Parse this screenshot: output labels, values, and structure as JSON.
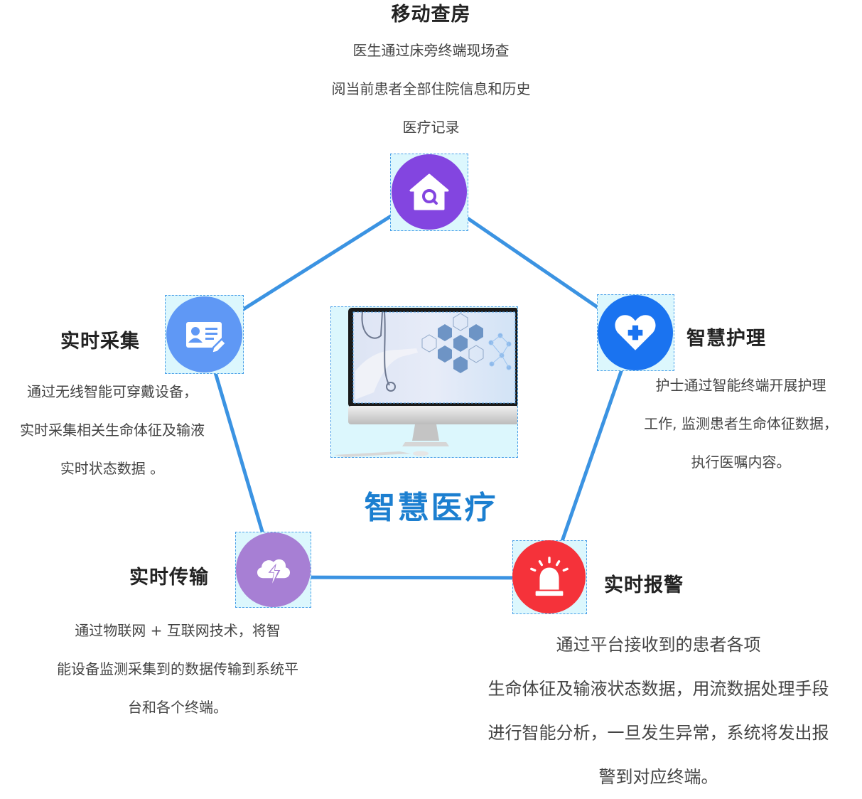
{
  "center": {
    "title": "智慧医疗",
    "image": "medical-monitor-illustration",
    "title_color": "#1c7fd0"
  },
  "connector_color": "#3b93e2",
  "nodes": [
    {
      "id": "mobile-rounds",
      "title": "移动查房",
      "icon": "house-search-icon",
      "color": "#8345e0",
      "description": [
        "医生通过床旁终端现场查",
        "阅当前患者全部住院信息和历史",
        "医疗记录"
      ]
    },
    {
      "id": "smart-nursing",
      "title": "智慧护理",
      "icon": "heart-plus-icon",
      "color": "#1a73f0",
      "description": [
        "护士通过智能终端开展护理",
        "工作, 监测患者生命体征数据，",
        "执行医嘱内容。"
      ]
    },
    {
      "id": "realtime-alarm",
      "title": "实时报警",
      "icon": "siren-icon",
      "color": "#f5323a",
      "description": [
        "通过平台接收到的患者各项",
        "生命体征及输液状态数据，用流数据处理手段",
        "进行智能分析，一旦发生异常，系统将发出报",
        "警到对应终端。"
      ]
    },
    {
      "id": "realtime-transmission",
      "title": "实时传输",
      "icon": "cloud-lightning-icon",
      "color": "#a77fd4",
      "description": [
        "通过物联网 + 互联网技术，将智",
        "能设备监测采集到的数据传输到系统平",
        "台和各个终端。"
      ]
    },
    {
      "id": "realtime-collection",
      "title": "实时采集",
      "icon": "id-card-edit-icon",
      "color": "#5f98f5",
      "description": [
        "通过无线智能可穿戴设备，",
        "实时采集相关生命体征及输液",
        "实时状态数据 。"
      ]
    }
  ]
}
